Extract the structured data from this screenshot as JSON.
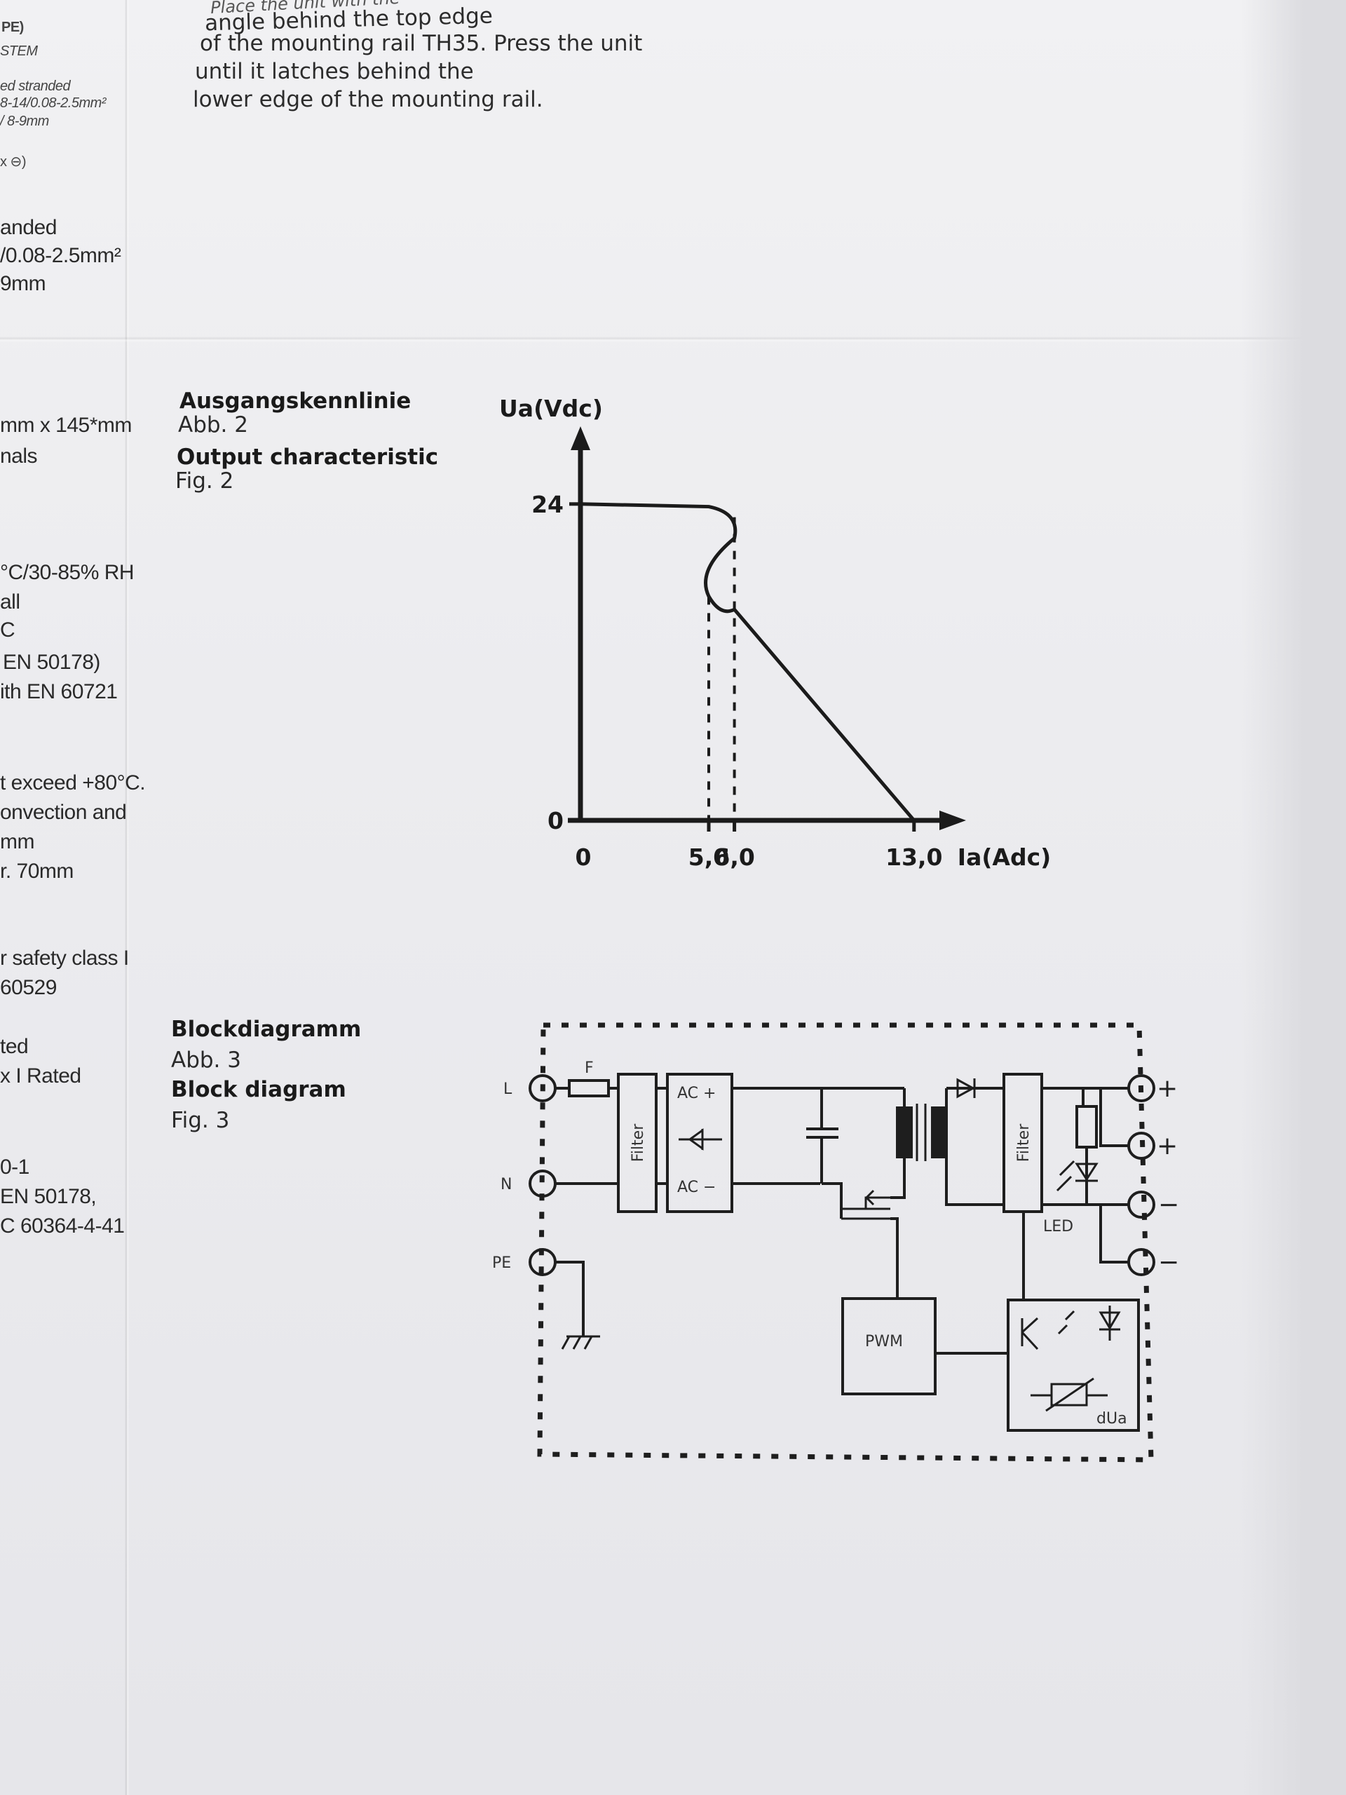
{
  "left_column": {
    "small_lines": [
      "PE)",
      "STEM",
      "ed stranded",
      "8-14/0.08-2.5mm²",
      "/ 8-9mm",
      "x ⊖)"
    ],
    "lines": [
      "anded",
      "/0.08-2.5mm²",
      "9mm",
      "mm x 145*mm",
      "nals",
      "°C/30-85% RH",
      "all",
      "C",
      "EN 50178)",
      "ith EN 60721",
      "t exceed +80°C.",
      "onvection and",
      "mm",
      "r. 70mm",
      "r safety class I",
      "60529",
      "ted",
      "x I Rated",
      "0-1",
      "EN 50178,",
      "C 60364-4-41"
    ]
  },
  "top_paragraph": [
    "Place the unit with the",
    "angle behind the top edge",
    "of the mounting rail TH35. Press the unit",
    "until it latches behind the",
    "lower edge of the mounting rail."
  ],
  "section_output": {
    "title_de": "Ausgangskennlinie",
    "fig_de": "Abb. 2",
    "title_en": "Output characteristic",
    "fig_en": "Fig. 2"
  },
  "chart_data": {
    "type": "line",
    "ylabel": "Ua(Vdc)",
    "xlabel": "Ia(Adc)",
    "x_ticks": [
      "0",
      "5,0",
      "6,0",
      "13,0"
    ],
    "y_ticks": [
      "24",
      "0"
    ],
    "xlim": [
      0,
      14
    ],
    "ylim": [
      0,
      27
    ],
    "series": [
      {
        "x": [
          0,
          5.0,
          6.0,
          5.0,
          6.0,
          13.0
        ],
        "y": [
          24,
          23.8,
          23.0,
          17.0,
          16.0,
          0
        ]
      }
    ],
    "dashed_verticals_x": [
      5.0,
      6.0
    ]
  },
  "section_block": {
    "title_de": "Blockdiagramm",
    "fig_de": "Abb. 3",
    "title_en": "Block diagram",
    "fig_en": "Fig. 3"
  },
  "block_diagram": {
    "terminals_in": [
      "L",
      "N",
      "PE"
    ],
    "fuse": "F",
    "filter": "Filter",
    "ac_plus": "AC +",
    "ac_minus": "AC −",
    "pwm": "PWM",
    "led": "LED",
    "dua": "dUa",
    "terminals_out": [
      "+",
      "+",
      "−",
      "−"
    ]
  }
}
